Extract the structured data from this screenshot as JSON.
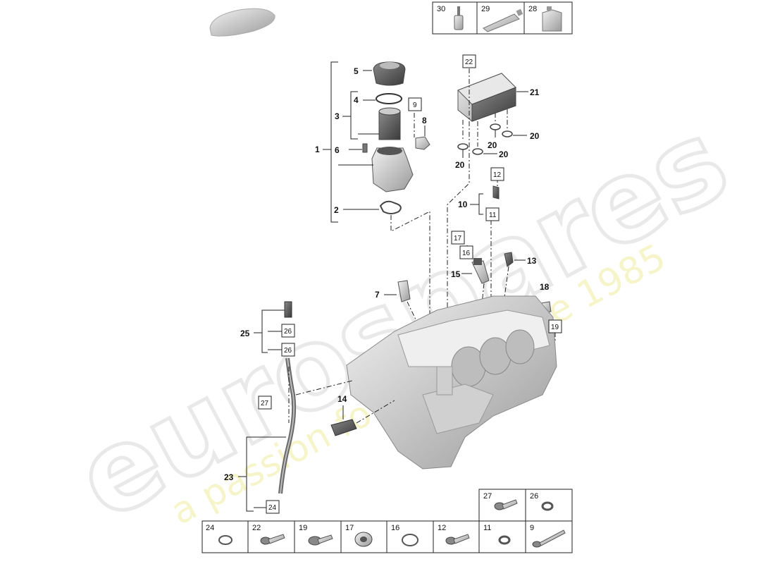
{
  "top_table": [
    {
      "num": "30",
      "icon": "sealant-bottle-icon"
    },
    {
      "num": "29",
      "icon": "tube-icon"
    },
    {
      "num": "28",
      "icon": "oil-canister-icon"
    }
  ],
  "watermark": {
    "brand": "eurospares",
    "tagline": "a passion for parts since 1985"
  },
  "callouts": {
    "c1": "1",
    "c2": "2",
    "c3": "3",
    "c4": "4",
    "c5": "5",
    "c6": "6",
    "c7": "7",
    "c8": "8",
    "c10": "10",
    "c13": "13",
    "c14": "14",
    "c15": "15",
    "c18": "18",
    "c20a": "20",
    "c20b": "20",
    "c20c": "20",
    "c20d": "20",
    "c21": "21",
    "c23": "23",
    "c25": "25"
  },
  "boxed": {
    "b9": "9",
    "b11": "11",
    "b12": "12",
    "b16": "16",
    "b17": "17",
    "b19": "19",
    "b22": "22",
    "b24": "24",
    "b26a": "26",
    "b26b": "26",
    "b27": "27"
  },
  "bottom_table": {
    "row1": [
      {
        "num": "27",
        "icon": "screw-icon"
      },
      {
        "num": "26",
        "icon": "washer-icon"
      }
    ],
    "row2": [
      {
        "num": "24",
        "icon": "o-ring-icon"
      },
      {
        "num": "22",
        "icon": "screw-icon"
      },
      {
        "num": "19",
        "icon": "flange-screw-icon"
      },
      {
        "num": "17",
        "icon": "plug-screw-icon"
      },
      {
        "num": "16",
        "icon": "o-ring-icon"
      },
      {
        "num": "12",
        "icon": "screw-icon"
      },
      {
        "num": "11",
        "icon": "washer-icon"
      },
      {
        "num": "9",
        "icon": "long-bolt-icon"
      }
    ]
  },
  "colors": {
    "line": "#222222",
    "part_fill": "#d9d9d9",
    "watermark_outline": "#e9e9e9",
    "watermark_tagline": "#f4f2b8"
  }
}
